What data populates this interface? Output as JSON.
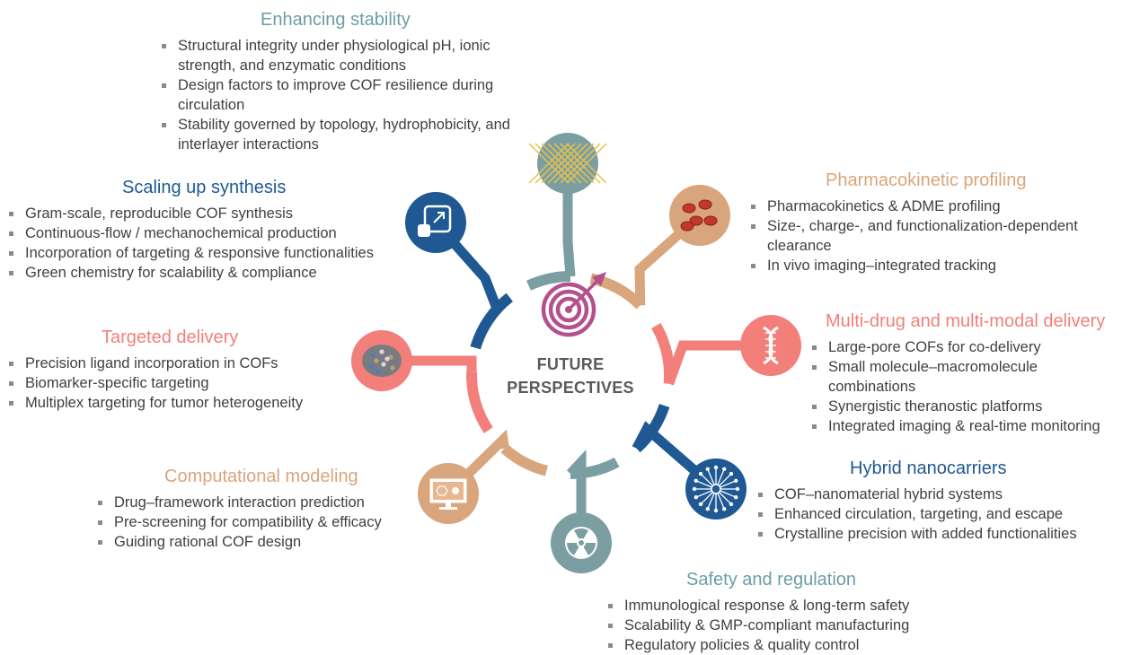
{
  "center": {
    "line1": "FUTURE",
    "line2": "PERSPECTIVES"
  },
  "colors": {
    "teal": "#7b9ea3",
    "tan": "#d9a57c",
    "coral": "#f27f7a",
    "navy": "#1f5893",
    "target": "#b4508e"
  },
  "sections": {
    "stability": {
      "title": "Enhancing stability",
      "color": "#6a9ea4",
      "items": [
        "Structural integrity under physiological pH, ionic strength, and enzymatic conditions",
        "Design factors to improve COF resilience during circulation",
        "Stability governed by topology, hydrophobicity, and interlayer interactions"
      ]
    },
    "scaling": {
      "title": "Scaling up synthesis",
      "color": "#1f5893",
      "items": [
        "Gram-scale, reproducible COF synthesis",
        "Continuous-flow / mechanochemical production",
        "Incorporation of targeting & responsive functionalities",
        "Green chemistry for scalability & compliance"
      ]
    },
    "pharmacokinetic": {
      "title": "Pharmacokinetic profiling",
      "color": "#d9a57c",
      "items": [
        "Pharmacokinetics & ADME profiling",
        "Size-, charge-, and functionalization-dependent clearance",
        "In vivo imaging–integrated tracking"
      ]
    },
    "targeted": {
      "title": "Targeted delivery",
      "color": "#f27f7a",
      "items": [
        "Precision ligand incorporation in COFs",
        "Biomarker-specific targeting",
        "Multiplex targeting for tumor heterogeneity"
      ]
    },
    "multidrug": {
      "title": "Multi-drug and multi-modal delivery",
      "color": "#f27f7a",
      "items": [
        "Large-pore COFs for co-delivery",
        "Small molecule–macromolecule combinations",
        "Synergistic theranostic platforms",
        "Integrated imaging & real-time monitoring"
      ]
    },
    "computational": {
      "title": "Computational modeling",
      "color": "#d9a57c",
      "items": [
        "Drug–framework interaction prediction",
        "Pre-screening for compatibility & efficacy",
        "Guiding rational COF design"
      ]
    },
    "hybrid": {
      "title": "Hybrid nanocarriers",
      "color": "#1f5893",
      "items": [
        "COF–nanomaterial hybrid systems",
        "Enhanced circulation, targeting, and escape",
        "Crystalline precision with added functionalities"
      ]
    },
    "safety": {
      "title": "Safety and regulation",
      "color": "#6a9ea4",
      "items": [
        "Immunological response & long-term safety",
        "Scalability & GMP-compliant manufacturing",
        "Regulatory policies & quality control"
      ]
    }
  },
  "icons": {
    "stability": "lattice-icon",
    "pharmacokinetic": "blood-cells-icon",
    "multidrug": "dna-icon",
    "hybrid": "nanoparticle-icon",
    "safety": "radiation-icon",
    "computational": "molecule-monitor-icon",
    "targeted": "porous-material-icon",
    "scaling": "scale-up-icon",
    "center": "target-icon"
  }
}
